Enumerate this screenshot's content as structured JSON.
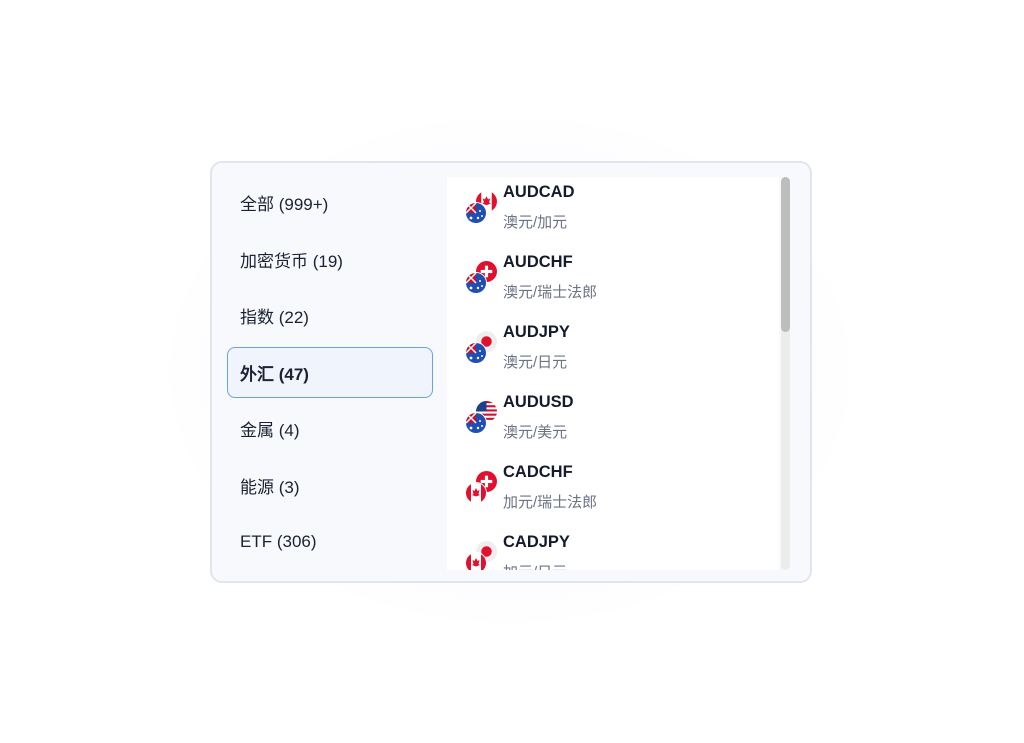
{
  "categories": [
    {
      "label": "全部 (999+)",
      "active": false
    },
    {
      "label": "加密货币 (19)",
      "active": false
    },
    {
      "label": "指数 (22)",
      "active": false
    },
    {
      "label": "外汇 (47)",
      "active": true
    },
    {
      "label": "金属 (4)",
      "active": false
    },
    {
      "label": "能源 (3)",
      "active": false
    },
    {
      "label": "ETF (306)",
      "active": false
    }
  ],
  "instruments": [
    {
      "symbol": "AUDCAD",
      "name": "澳元/加元",
      "base_flag": "AU",
      "quote_flag": "CA"
    },
    {
      "symbol": "AUDCHF",
      "name": "澳元/瑞士法郎",
      "base_flag": "AU",
      "quote_flag": "CH"
    },
    {
      "symbol": "AUDJPY",
      "name": "澳元/日元",
      "base_flag": "AU",
      "quote_flag": "JP"
    },
    {
      "symbol": "AUDUSD",
      "name": "澳元/美元",
      "base_flag": "AU",
      "quote_flag": "US"
    },
    {
      "symbol": "CADCHF",
      "name": "加元/瑞士法郎",
      "base_flag": "CA",
      "quote_flag": "CH"
    },
    {
      "symbol": "CADJPY",
      "name": "加元/日元",
      "base_flag": "CA",
      "quote_flag": "JP"
    }
  ],
  "scroll_position": 0,
  "colors": {
    "active_border": "#6aa0ee",
    "text": "#141b2d",
    "subtext": "#6b7385"
  }
}
